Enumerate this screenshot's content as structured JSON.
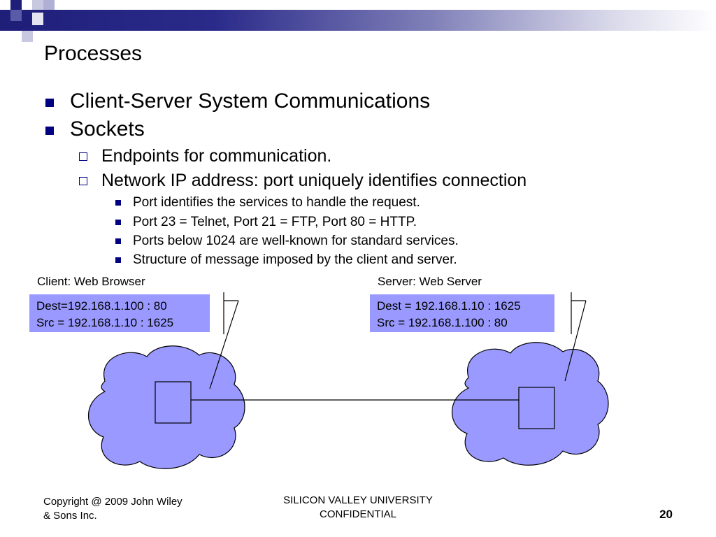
{
  "title": "Processes",
  "bullets": {
    "level1": [
      "Client-Server System Communications",
      "Sockets"
    ],
    "level2": [
      "Endpoints for communication.",
      "Network IP address: port uniquely identifies connection"
    ],
    "level3": [
      "Port identifies the services to handle the request.",
      "Port 23 = Telnet, Port 21 = FTP, Port 80 = HTTP.",
      "Ports below 1024 are well-known for standard services.",
      "Structure of message imposed by the client and server."
    ]
  },
  "diagram": {
    "client_label": "Client: Web Browser",
    "server_label": "Server: Web Server",
    "client_packet": [
      "Dest=192.168.1.100 : 80",
      "Src = 192.168.1.10 : 1625"
    ],
    "server_packet": [
      "Dest = 192.168.1.10 : 1625",
      "Src = 192.168.1.100 : 80"
    ],
    "cloud_color": "#9999ff",
    "packet_color": "#9999ff"
  },
  "footer": {
    "copyright": "Copyright @ 2009 John Wiley & Sons Inc.",
    "center": "SILICON VALLEY UNIVERSITY CONFIDENTIAL",
    "page": "20"
  }
}
